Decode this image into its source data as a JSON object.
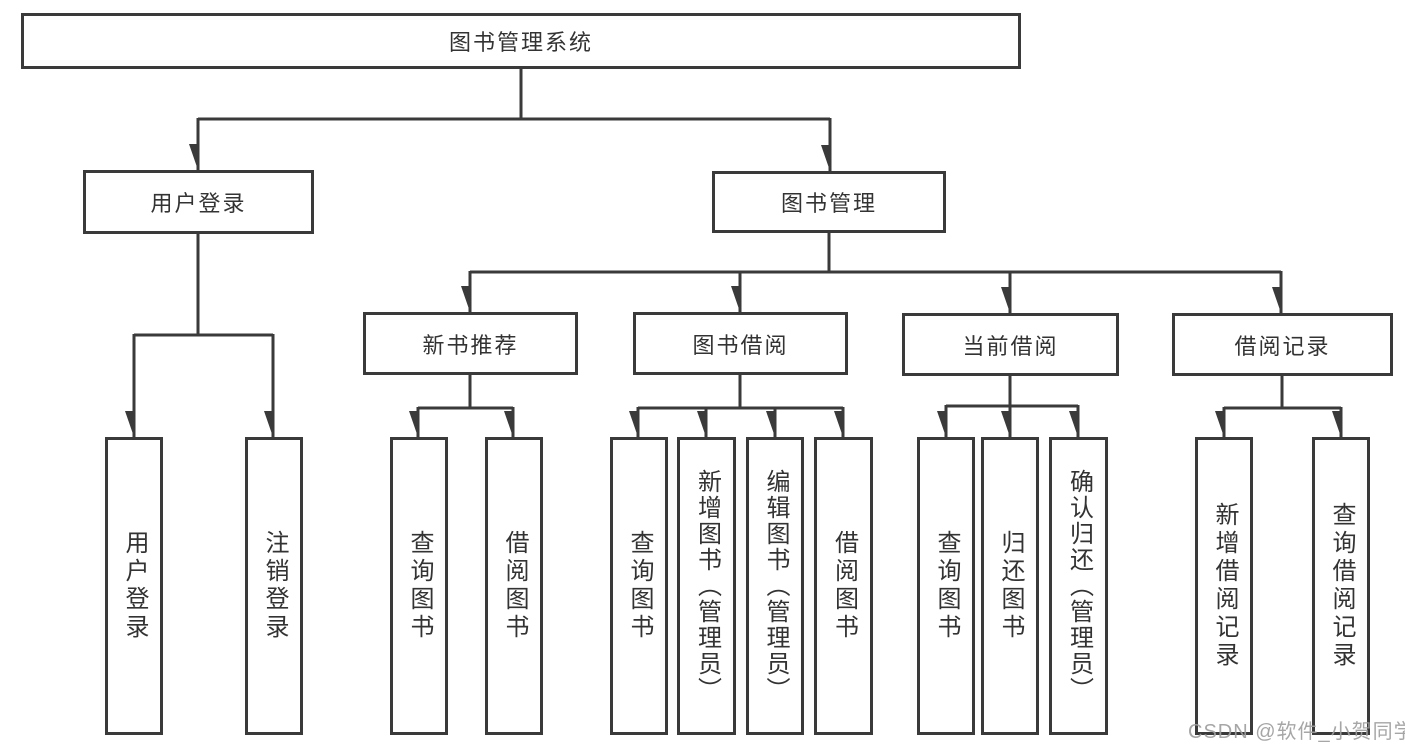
{
  "diagram": {
    "title": "图书管理系统",
    "root": {
      "label": "图书管理系统"
    },
    "level2": [
      {
        "id": "user-login",
        "label": "用户登录"
      },
      {
        "id": "book-management",
        "label": "图书管理"
      }
    ],
    "level3": [
      {
        "id": "new-book-recommend",
        "label": "新书推荐"
      },
      {
        "id": "book-borrowing",
        "label": "图书借阅"
      },
      {
        "id": "current-borrowing",
        "label": "当前借阅"
      },
      {
        "id": "borrow-records",
        "label": "借阅记录"
      }
    ],
    "leaves": [
      {
        "id": "user-login-action",
        "label": "用户登录"
      },
      {
        "id": "logout-action",
        "label": "注销登录"
      },
      {
        "id": "query-books-recommend",
        "label": "查询图书"
      },
      {
        "id": "borrow-books-recommend",
        "label": "借阅图书"
      },
      {
        "id": "query-books-borrowing",
        "label": "查询图书"
      },
      {
        "id": "add-books-admin",
        "label": "新增图书（管理员）"
      },
      {
        "id": "edit-books-admin",
        "label": "编辑图书（管理员）"
      },
      {
        "id": "borrow-books-borrowing",
        "label": "借阅图书"
      },
      {
        "id": "query-books-current",
        "label": "查询图书"
      },
      {
        "id": "return-books",
        "label": "归还图书"
      },
      {
        "id": "confirm-return-admin",
        "label": "确认归还（管理员）"
      },
      {
        "id": "add-borrow-record",
        "label": "新增借阅记录"
      },
      {
        "id": "query-borrow-record",
        "label": "查询借阅记录"
      }
    ],
    "watermark": "CSDN @软件_小贺同学",
    "colors": {
      "line": "#3a3a3a",
      "text": "#333333",
      "watermark": "#9e9e9e",
      "background": "#ffffff"
    }
  }
}
